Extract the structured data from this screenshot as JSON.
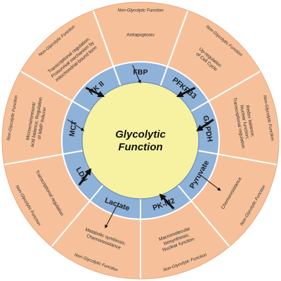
{
  "center": {
    "line1": "Glycolytic",
    "line2": "Function"
  },
  "non_glycolytic_label": "Non-Glycolytic Function",
  "colors": {
    "outer_ring": "#f6c19a",
    "middle_ring": "#8fb2d9",
    "center_disc": "#f6f2a2",
    "separator": "#ffffff",
    "arrow": "#111111"
  },
  "sectors": [
    {
      "enzyme": "FBP",
      "function_lines": [
        "Antiapoptosis"
      ],
      "arrow_direction": "inward",
      "arrow_weight": "thin"
    },
    {
      "enzyme": "PFKFB3",
      "function_lines": [
        "Up-regulation",
        "of Cell Cycle"
      ],
      "arrow_direction": "inward",
      "arrow_weight": "thick"
    },
    {
      "enzyme": "GAPDH",
      "function_lines": [
        "Redox balance;",
        "Nuclear function;",
        "Transcriptional regulation"
      ],
      "arrow_direction": "inward",
      "arrow_weight": "thick"
    },
    {
      "enzyme": "Pyruvate",
      "function_lines": [
        "Chemoresistance"
      ],
      "arrow_direction": "outward",
      "arrow_weight": "thin"
    },
    {
      "enzyme": "PK-M2",
      "function_lines": [
        "Macromolecular",
        "biosynthesis;",
        "Nuclear function"
      ],
      "arrow_direction": "inward",
      "arrow_weight": "thick"
    },
    {
      "enzyme": "Lactate",
      "function_lines": [
        "Metabolic symbiosis;",
        "Chemoresistance"
      ],
      "arrow_direction": "outward",
      "arrow_weight": "thin"
    },
    {
      "enzyme": "LDH",
      "function_lines": [
        "Transcriptional regulation"
      ],
      "arrow_direction": "inward",
      "arrow_weight": "thick"
    },
    {
      "enzyme": "MCT",
      "function_lines": [
        "Microenvironment/",
        "acid balance; Regulation",
        "of MMP Inducer"
      ],
      "arrow_direction": "inward",
      "arrow_weight": "thin"
    },
    {
      "enzyme": "HK II",
      "function_lines": [
        "Transcriptional regulation;",
        "Prosurvival mechanism by",
        "mitochondrial-bound form"
      ],
      "arrow_direction": "inward",
      "arrow_weight": "thick"
    }
  ]
}
